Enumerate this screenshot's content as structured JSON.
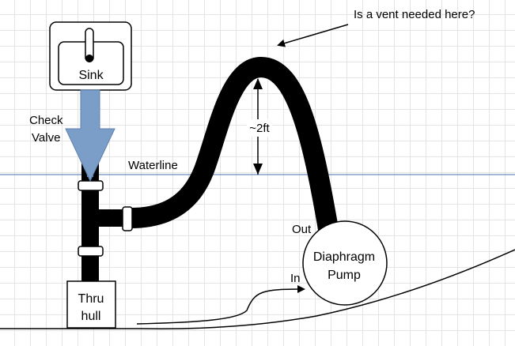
{
  "labels": {
    "sink": "Sink",
    "check_valve_line1": "Check",
    "check_valve_line2": "Valve",
    "waterline": "Waterline",
    "height": "~2ft",
    "vent_question": "Is a vent needed here?",
    "out": "Out",
    "in": "In",
    "pump_line1": "Diaphragm",
    "pump_line2": "Pump",
    "thru_hull_line1": "Thru",
    "thru_hull_line2": "hull"
  },
  "colors": {
    "hose": "#000000",
    "flow_arrow": "#7b9ec9",
    "waterline": "#6c8ebf",
    "grid": "#e4e4e4",
    "pipe_highlight": "#6f93c6"
  }
}
